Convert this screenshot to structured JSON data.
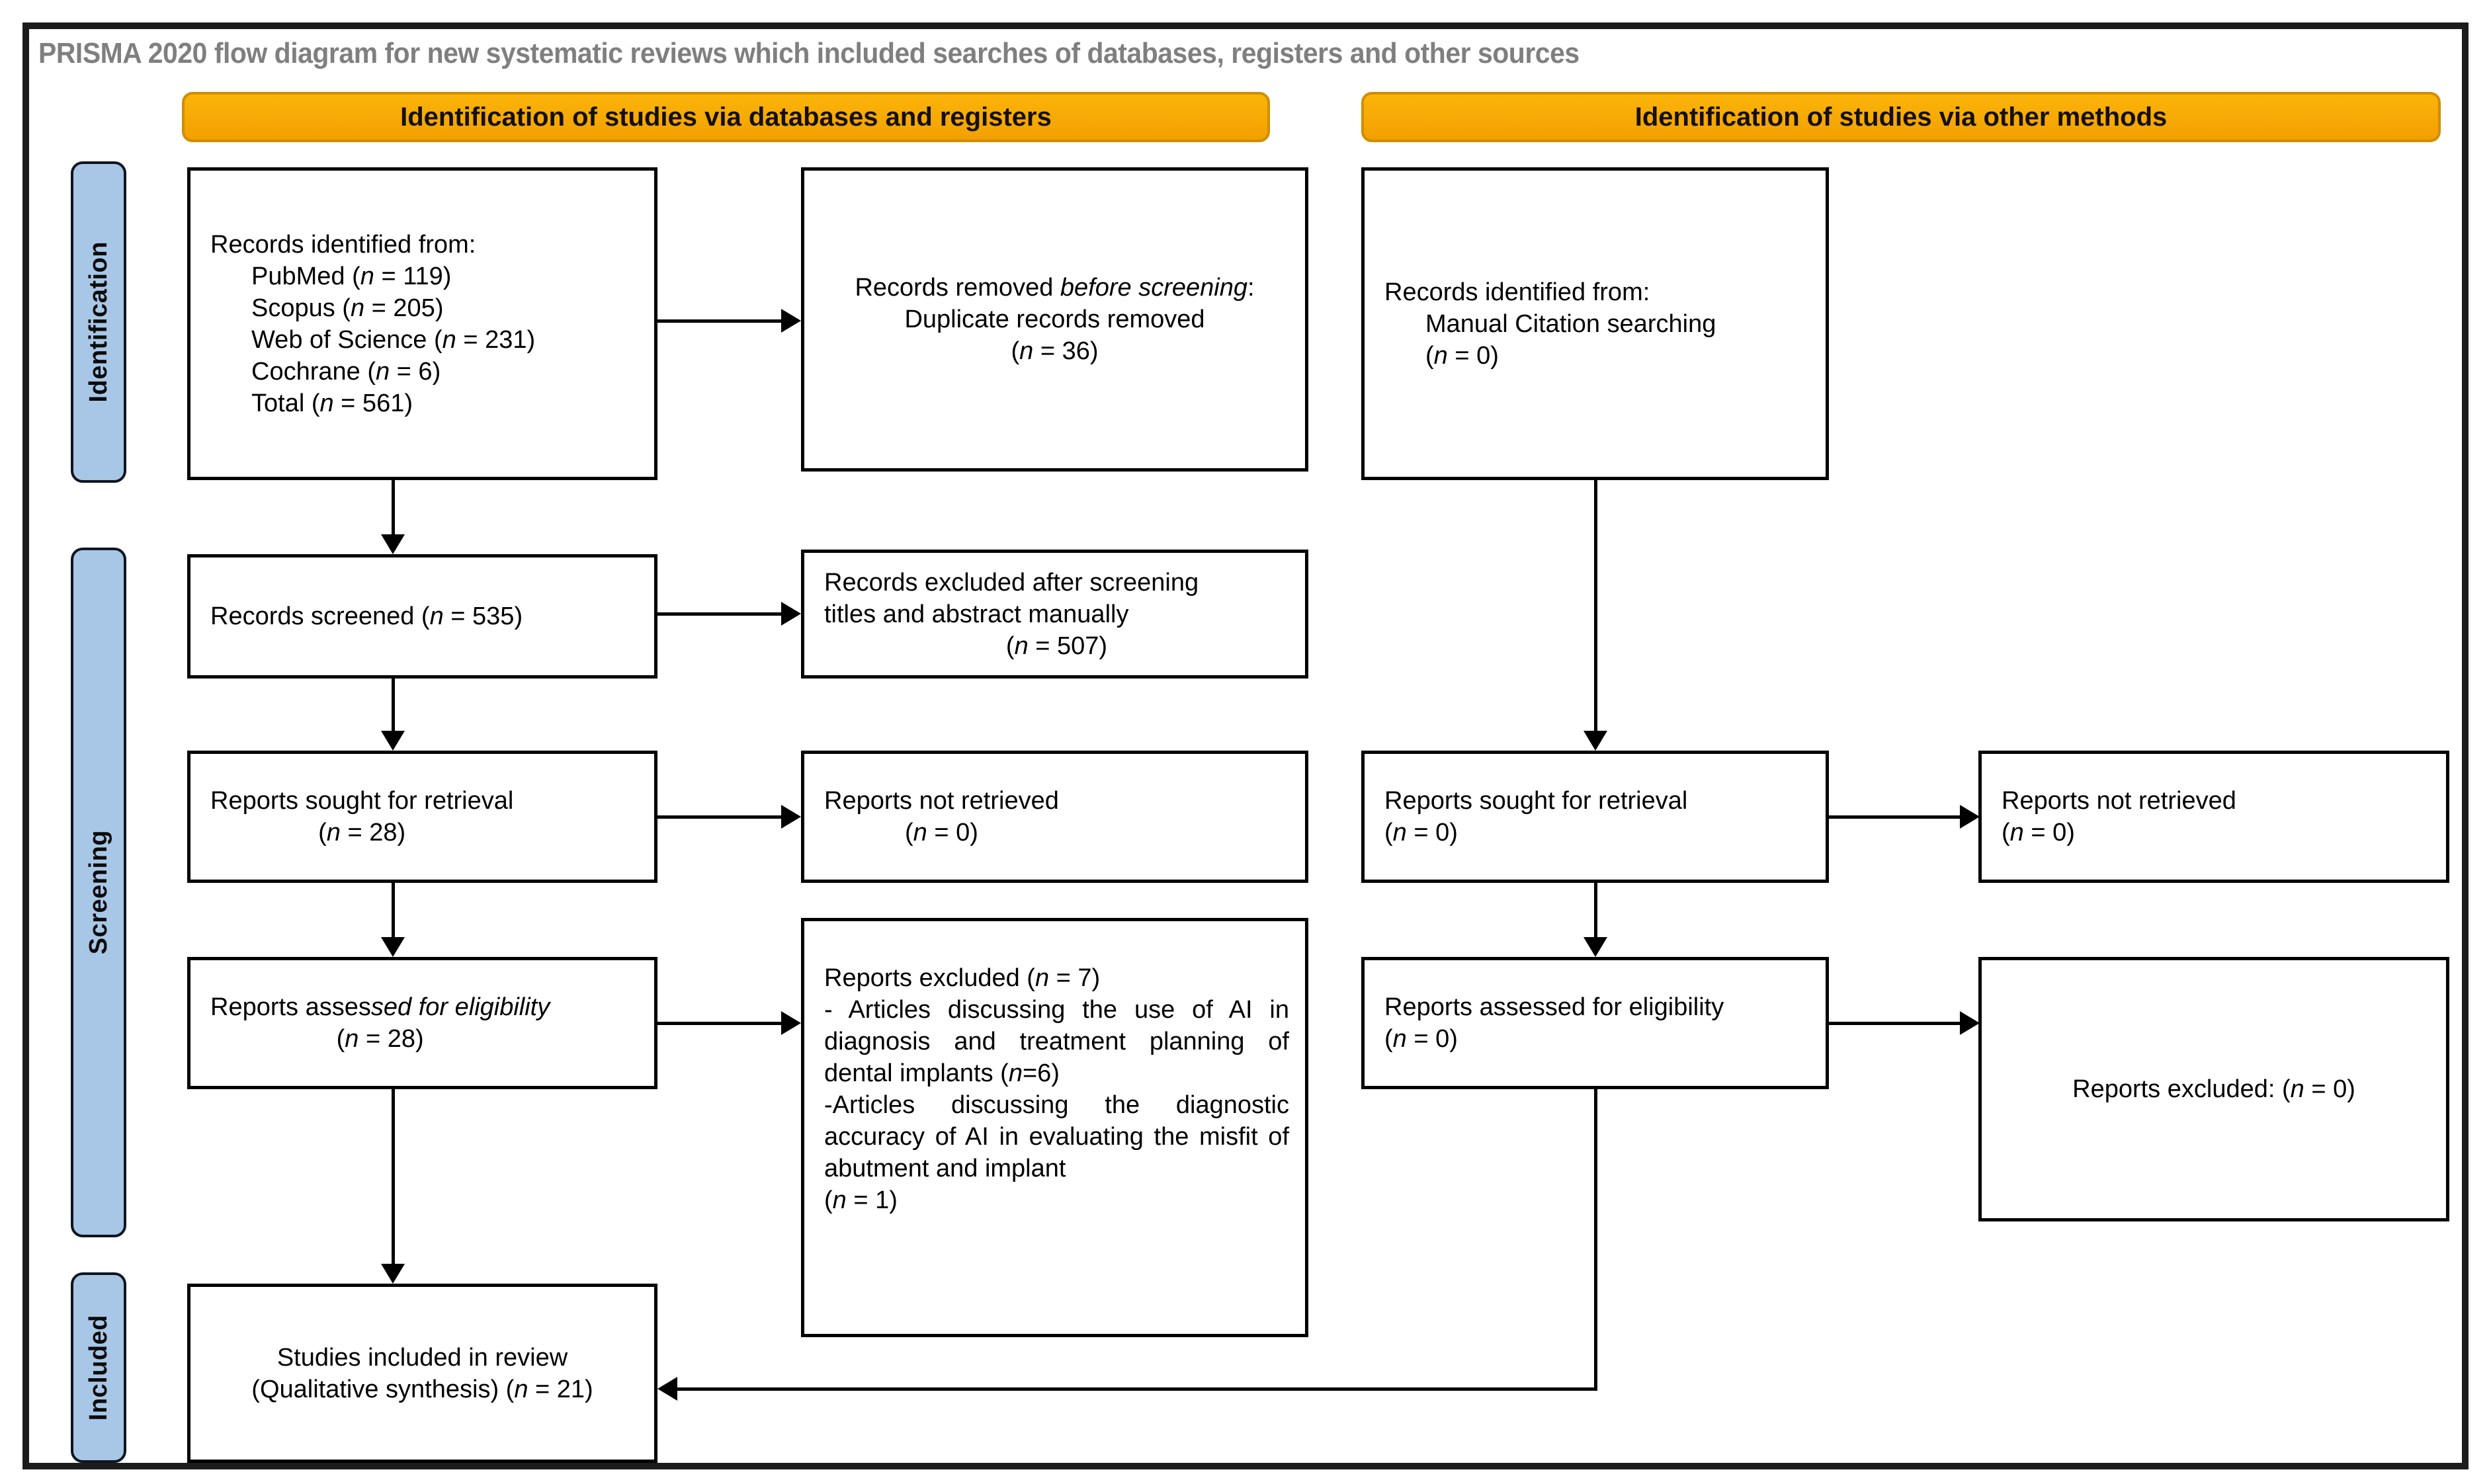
{
  "title": "PRISMA 2020 flow diagram for new systematic reviews which included searches of databases, registers and other sources",
  "banners": {
    "left": "Identification of studies via databases and registers",
    "right": "Identification of studies via other methods"
  },
  "sidebar": {
    "identification": "Identification",
    "screening": "Screening",
    "included": "Included"
  },
  "colors": {
    "banner_orange": "#F7A600",
    "banner_border": "#D08E00",
    "sidebar_blue": "#A8C7E7",
    "title_gray": "#7F7F7F",
    "line_black": "#000000"
  },
  "boxes": {
    "db_identified": {
      "lines": [
        {
          "pre": "Records identified from:"
        },
        {
          "pre": "PubMed (",
          "it": "n",
          "post": " = 119)",
          "indent": true
        },
        {
          "pre": "Scopus (",
          "it": "n",
          "post": " = 205)",
          "indent": true
        },
        {
          "pre": "Web of Science (",
          "it": "n",
          "post": " = 231)",
          "indent": true
        },
        {
          "pre": "Cochrane (",
          "it": "n",
          "post": " = 6)",
          "indent": true
        },
        {
          "pre": "Total (",
          "it": "n",
          "post": " = 561)",
          "indent": true
        }
      ]
    },
    "dup_removed": {
      "lines": [
        {
          "pre": "Records removed ",
          "it": "before screening",
          "post": ":"
        },
        {
          "pre": "Duplicate records removed"
        },
        {
          "pre": "(",
          "it": "n",
          "post": " = 36)"
        }
      ]
    },
    "other_identified": {
      "lines": [
        {
          "pre": "Records identified from:"
        },
        {
          "pre": "Manual Citation searching",
          "indent": true
        },
        {
          "pre": "(",
          "it": "n",
          "post": " = 0)",
          "indent": true
        }
      ]
    },
    "records_screened": {
      "lines": [
        {
          "pre": "Records screened (",
          "it": "n",
          "post": " = 535)"
        }
      ]
    },
    "records_excluded": {
      "lines": [
        {
          "pre": "Records excluded after screening"
        },
        {
          "pre": "titles and abstract manually"
        },
        {
          "pre": "(",
          "it": "n",
          "post": " = 507)",
          "center": true
        }
      ]
    },
    "db_sought": {
      "lines": [
        {
          "pre": "Reports sought for retrieval"
        },
        {
          "pre": "(",
          "it": "n",
          "post": " = 28)"
        }
      ]
    },
    "db_not_retrieved": {
      "lines": [
        {
          "pre": "Reports not retrieved"
        },
        {
          "pre": "(",
          "it": "n",
          "post": " = 0)"
        }
      ]
    },
    "other_sought": {
      "lines": [
        {
          "pre": "Reports sought for retrieval"
        },
        {
          "pre": "(",
          "it": "n",
          "post": " = 0)"
        }
      ]
    },
    "other_not_retrieved": {
      "lines": [
        {
          "pre": "Reports not retrieved"
        },
        {
          "pre": "(",
          "it": "n",
          "post": " = 0)"
        }
      ]
    },
    "db_assessed": {
      "lines": [
        {
          "pre": "Reports asses",
          "it": "sed for eligibility"
        },
        {
          "pre": "(",
          "it": "n",
          "post": " = 28)"
        }
      ]
    },
    "db_reports_excluded": {
      "lines": [
        {
          "pre": "Reports excluded (",
          "it": "n",
          "post": " = 7)"
        },
        {
          "pre": "- Articles discussing the use of AI in diagnosis and treatment planning of dental implants (",
          "it": "n",
          "post": "=6)",
          "justify": true
        },
        {
          "pre": "-Articles discussing the diagnostic accuracy of AI in evaluating the misfit of abutment and implant",
          "justify": true
        },
        {
          "pre": "(",
          "it": "n",
          "post": " = 1)"
        }
      ]
    },
    "other_assessed": {
      "lines": [
        {
          "pre": "Reports assessed for eligibility"
        },
        {
          "pre": "(",
          "it": "n",
          "post": " = 0)"
        }
      ]
    },
    "other_reports_excluded": {
      "lines": [
        {
          "pre": "Reports excluded: (",
          "it": "n",
          "post": " = 0)"
        }
      ]
    },
    "included_studies": {
      "lines": [
        {
          "pre": "Studies included in review"
        },
        {
          "pre": "(Qualitative synthesis) (",
          "it": "n",
          "post": " = 21)"
        }
      ]
    }
  }
}
